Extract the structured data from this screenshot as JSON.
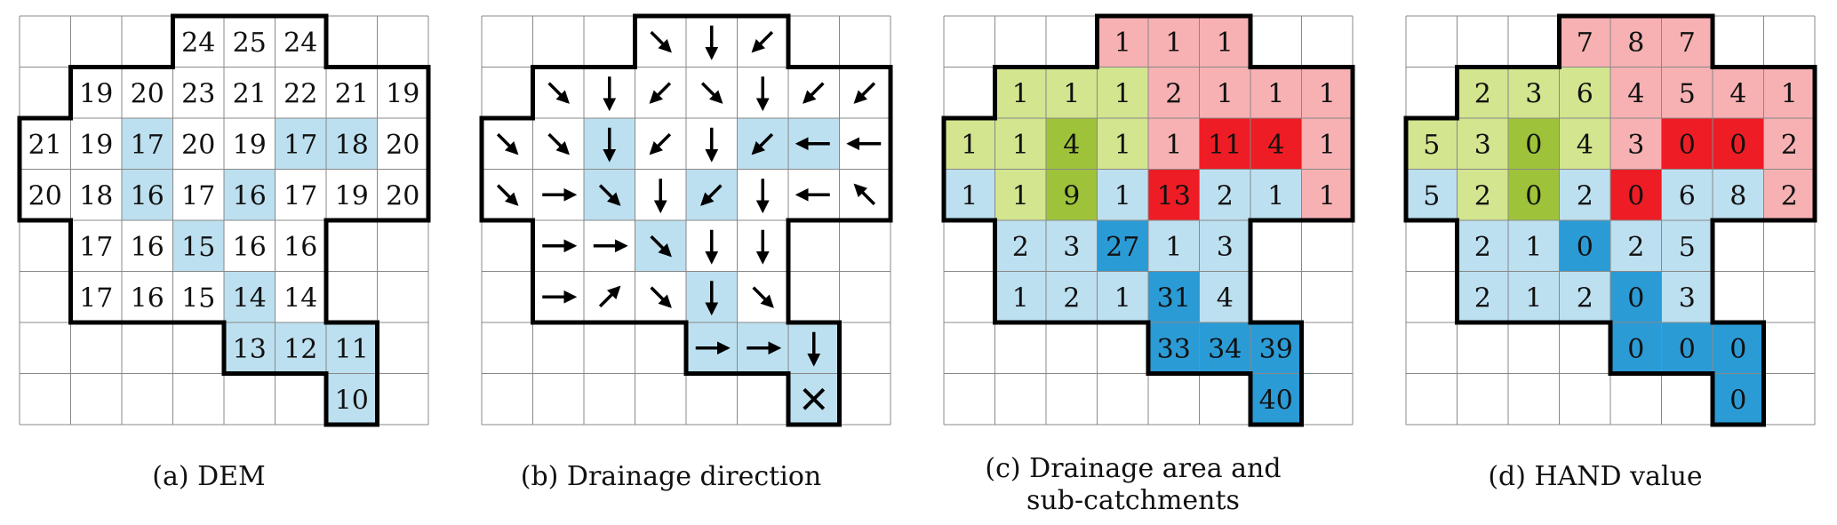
{
  "colors": {
    "channel": "#bde0f0",
    "channel_dark": "#2b9bd6",
    "green_light": "#d3e58f",
    "green_dark": "#9ec33a",
    "pink": "#f7b1b3",
    "red": "#ee1c24",
    "grid": "#888888",
    "boundary": "#000000"
  },
  "panels": [
    {
      "id": "dem",
      "caption": "(a) DEM",
      "cells": [
        {
          "r": 0,
          "c": 3,
          "v": "24"
        },
        {
          "r": 0,
          "c": 4,
          "v": "25"
        },
        {
          "r": 0,
          "c": 5,
          "v": "24"
        },
        {
          "r": 1,
          "c": 1,
          "v": "19"
        },
        {
          "r": 1,
          "c": 2,
          "v": "20"
        },
        {
          "r": 1,
          "c": 3,
          "v": "23"
        },
        {
          "r": 1,
          "c": 4,
          "v": "21"
        },
        {
          "r": 1,
          "c": 5,
          "v": "22"
        },
        {
          "r": 1,
          "c": 6,
          "v": "21"
        },
        {
          "r": 1,
          "c": 7,
          "v": "19"
        },
        {
          "r": 2,
          "c": 0,
          "v": "21"
        },
        {
          "r": 2,
          "c": 1,
          "v": "19"
        },
        {
          "r": 2,
          "c": 2,
          "v": "17",
          "fill": "channel"
        },
        {
          "r": 2,
          "c": 3,
          "v": "20"
        },
        {
          "r": 2,
          "c": 4,
          "v": "19"
        },
        {
          "r": 2,
          "c": 5,
          "v": "17",
          "fill": "channel"
        },
        {
          "r": 2,
          "c": 6,
          "v": "18",
          "fill": "channel"
        },
        {
          "r": 2,
          "c": 7,
          "v": "20"
        },
        {
          "r": 3,
          "c": 0,
          "v": "20"
        },
        {
          "r": 3,
          "c": 1,
          "v": "18"
        },
        {
          "r": 3,
          "c": 2,
          "v": "16",
          "fill": "channel"
        },
        {
          "r": 3,
          "c": 3,
          "v": "17"
        },
        {
          "r": 3,
          "c": 4,
          "v": "16",
          "fill": "channel"
        },
        {
          "r": 3,
          "c": 5,
          "v": "17"
        },
        {
          "r": 3,
          "c": 6,
          "v": "19"
        },
        {
          "r": 3,
          "c": 7,
          "v": "20"
        },
        {
          "r": 4,
          "c": 1,
          "v": "17"
        },
        {
          "r": 4,
          "c": 2,
          "v": "16"
        },
        {
          "r": 4,
          "c": 3,
          "v": "15",
          "fill": "channel"
        },
        {
          "r": 4,
          "c": 4,
          "v": "16"
        },
        {
          "r": 4,
          "c": 5,
          "v": "16"
        },
        {
          "r": 5,
          "c": 1,
          "v": "17"
        },
        {
          "r": 5,
          "c": 2,
          "v": "16"
        },
        {
          "r": 5,
          "c": 3,
          "v": "15"
        },
        {
          "r": 5,
          "c": 4,
          "v": "14",
          "fill": "channel"
        },
        {
          "r": 5,
          "c": 5,
          "v": "14"
        },
        {
          "r": 6,
          "c": 4,
          "v": "13",
          "fill": "channel"
        },
        {
          "r": 6,
          "c": 5,
          "v": "12",
          "fill": "channel"
        },
        {
          "r": 6,
          "c": 6,
          "v": "11",
          "fill": "channel"
        },
        {
          "r": 7,
          "c": 6,
          "v": "10",
          "fill": "channel"
        }
      ]
    },
    {
      "id": "drainage-direction",
      "caption": "(b) Drainage direction",
      "cells": [
        {
          "r": 0,
          "c": 3,
          "d": "SE"
        },
        {
          "r": 0,
          "c": 4,
          "d": "S"
        },
        {
          "r": 0,
          "c": 5,
          "d": "SW"
        },
        {
          "r": 1,
          "c": 1,
          "d": "SE"
        },
        {
          "r": 1,
          "c": 2,
          "d": "S"
        },
        {
          "r": 1,
          "c": 3,
          "d": "SW"
        },
        {
          "r": 1,
          "c": 4,
          "d": "SE"
        },
        {
          "r": 1,
          "c": 5,
          "d": "S"
        },
        {
          "r": 1,
          "c": 6,
          "d": "SW"
        },
        {
          "r": 1,
          "c": 7,
          "d": "SW"
        },
        {
          "r": 2,
          "c": 0,
          "d": "SE"
        },
        {
          "r": 2,
          "c": 1,
          "d": "SE"
        },
        {
          "r": 2,
          "c": 2,
          "d": "S",
          "fill": "channel"
        },
        {
          "r": 2,
          "c": 3,
          "d": "SW"
        },
        {
          "r": 2,
          "c": 4,
          "d": "S"
        },
        {
          "r": 2,
          "c": 5,
          "d": "SW",
          "fill": "channel"
        },
        {
          "r": 2,
          "c": 6,
          "d": "W",
          "fill": "channel"
        },
        {
          "r": 2,
          "c": 7,
          "d": "W"
        },
        {
          "r": 3,
          "c": 0,
          "d": "SE"
        },
        {
          "r": 3,
          "c": 1,
          "d": "E"
        },
        {
          "r": 3,
          "c": 2,
          "d": "SE",
          "fill": "channel"
        },
        {
          "r": 3,
          "c": 3,
          "d": "S"
        },
        {
          "r": 3,
          "c": 4,
          "d": "SW",
          "fill": "channel"
        },
        {
          "r": 3,
          "c": 5,
          "d": "S"
        },
        {
          "r": 3,
          "c": 6,
          "d": "W"
        },
        {
          "r": 3,
          "c": 7,
          "d": "NW"
        },
        {
          "r": 4,
          "c": 1,
          "d": "E"
        },
        {
          "r": 4,
          "c": 2,
          "d": "E"
        },
        {
          "r": 4,
          "c": 3,
          "d": "SE",
          "fill": "channel"
        },
        {
          "r": 4,
          "c": 4,
          "d": "S"
        },
        {
          "r": 4,
          "c": 5,
          "d": "S"
        },
        {
          "r": 5,
          "c": 1,
          "d": "E"
        },
        {
          "r": 5,
          "c": 2,
          "d": "NE"
        },
        {
          "r": 5,
          "c": 3,
          "d": "SE"
        },
        {
          "r": 5,
          "c": 4,
          "d": "S",
          "fill": "channel"
        },
        {
          "r": 5,
          "c": 5,
          "d": "SE"
        },
        {
          "r": 6,
          "c": 4,
          "d": "E",
          "fill": "channel"
        },
        {
          "r": 6,
          "c": 5,
          "d": "E",
          "fill": "channel"
        },
        {
          "r": 6,
          "c": 6,
          "d": "S",
          "fill": "channel"
        },
        {
          "r": 7,
          "c": 6,
          "d": "X",
          "fill": "channel"
        }
      ]
    },
    {
      "id": "drainage-area",
      "caption": "(c) Drainage area and\nsub-catchments",
      "cells": [
        {
          "r": 0,
          "c": 3,
          "v": "1",
          "fill": "pink"
        },
        {
          "r": 0,
          "c": 4,
          "v": "1",
          "fill": "pink"
        },
        {
          "r": 0,
          "c": 5,
          "v": "1",
          "fill": "pink"
        },
        {
          "r": 1,
          "c": 1,
          "v": "1",
          "fill": "green_light"
        },
        {
          "r": 1,
          "c": 2,
          "v": "1",
          "fill": "green_light"
        },
        {
          "r": 1,
          "c": 3,
          "v": "1",
          "fill": "green_light"
        },
        {
          "r": 1,
          "c": 4,
          "v": "2",
          "fill": "pink"
        },
        {
          "r": 1,
          "c": 5,
          "v": "1",
          "fill": "pink"
        },
        {
          "r": 1,
          "c": 6,
          "v": "1",
          "fill": "pink"
        },
        {
          "r": 1,
          "c": 7,
          "v": "1",
          "fill": "pink"
        },
        {
          "r": 2,
          "c": 0,
          "v": "1",
          "fill": "green_light"
        },
        {
          "r": 2,
          "c": 1,
          "v": "1",
          "fill": "green_light"
        },
        {
          "r": 2,
          "c": 2,
          "v": "4",
          "fill": "green_dark"
        },
        {
          "r": 2,
          "c": 3,
          "v": "1",
          "fill": "green_light"
        },
        {
          "r": 2,
          "c": 4,
          "v": "1",
          "fill": "pink"
        },
        {
          "r": 2,
          "c": 5,
          "v": "11",
          "fill": "red"
        },
        {
          "r": 2,
          "c": 6,
          "v": "4",
          "fill": "red"
        },
        {
          "r": 2,
          "c": 7,
          "v": "1",
          "fill": "pink"
        },
        {
          "r": 3,
          "c": 0,
          "v": "1",
          "fill": "channel"
        },
        {
          "r": 3,
          "c": 1,
          "v": "1",
          "fill": "green_light"
        },
        {
          "r": 3,
          "c": 2,
          "v": "9",
          "fill": "green_dark"
        },
        {
          "r": 3,
          "c": 3,
          "v": "1",
          "fill": "channel"
        },
        {
          "r": 3,
          "c": 4,
          "v": "13",
          "fill": "red"
        },
        {
          "r": 3,
          "c": 5,
          "v": "2",
          "fill": "channel"
        },
        {
          "r": 3,
          "c": 6,
          "v": "1",
          "fill": "channel"
        },
        {
          "r": 3,
          "c": 7,
          "v": "1",
          "fill": "pink"
        },
        {
          "r": 4,
          "c": 1,
          "v": "2",
          "fill": "channel"
        },
        {
          "r": 4,
          "c": 2,
          "v": "3",
          "fill": "channel"
        },
        {
          "r": 4,
          "c": 3,
          "v": "27",
          "fill": "channel_dark"
        },
        {
          "r": 4,
          "c": 4,
          "v": "1",
          "fill": "channel"
        },
        {
          "r": 4,
          "c": 5,
          "v": "3",
          "fill": "channel"
        },
        {
          "r": 5,
          "c": 1,
          "v": "1",
          "fill": "channel"
        },
        {
          "r": 5,
          "c": 2,
          "v": "2",
          "fill": "channel"
        },
        {
          "r": 5,
          "c": 3,
          "v": "1",
          "fill": "channel"
        },
        {
          "r": 5,
          "c": 4,
          "v": "31",
          "fill": "channel_dark"
        },
        {
          "r": 5,
          "c": 5,
          "v": "4",
          "fill": "channel"
        },
        {
          "r": 6,
          "c": 4,
          "v": "33",
          "fill": "channel_dark"
        },
        {
          "r": 6,
          "c": 5,
          "v": "34",
          "fill": "channel_dark"
        },
        {
          "r": 6,
          "c": 6,
          "v": "39",
          "fill": "channel_dark"
        },
        {
          "r": 7,
          "c": 6,
          "v": "40",
          "fill": "channel_dark"
        }
      ]
    },
    {
      "id": "hand-value",
      "caption": "(d) HAND value",
      "cells": [
        {
          "r": 0,
          "c": 3,
          "v": "7",
          "fill": "pink"
        },
        {
          "r": 0,
          "c": 4,
          "v": "8",
          "fill": "pink"
        },
        {
          "r": 0,
          "c": 5,
          "v": "7",
          "fill": "pink"
        },
        {
          "r": 1,
          "c": 1,
          "v": "2",
          "fill": "green_light"
        },
        {
          "r": 1,
          "c": 2,
          "v": "3",
          "fill": "green_light"
        },
        {
          "r": 1,
          "c": 3,
          "v": "6",
          "fill": "green_light"
        },
        {
          "r": 1,
          "c": 4,
          "v": "4",
          "fill": "pink"
        },
        {
          "r": 1,
          "c": 5,
          "v": "5",
          "fill": "pink"
        },
        {
          "r": 1,
          "c": 6,
          "v": "4",
          "fill": "pink"
        },
        {
          "r": 1,
          "c": 7,
          "v": "1",
          "fill": "pink"
        },
        {
          "r": 2,
          "c": 0,
          "v": "5",
          "fill": "green_light"
        },
        {
          "r": 2,
          "c": 1,
          "v": "3",
          "fill": "green_light"
        },
        {
          "r": 2,
          "c": 2,
          "v": "0",
          "fill": "green_dark"
        },
        {
          "r": 2,
          "c": 3,
          "v": "4",
          "fill": "green_light"
        },
        {
          "r": 2,
          "c": 4,
          "v": "3",
          "fill": "pink"
        },
        {
          "r": 2,
          "c": 5,
          "v": "0",
          "fill": "red"
        },
        {
          "r": 2,
          "c": 6,
          "v": "0",
          "fill": "red"
        },
        {
          "r": 2,
          "c": 7,
          "v": "2",
          "fill": "pink"
        },
        {
          "r": 3,
          "c": 0,
          "v": "5",
          "fill": "channel"
        },
        {
          "r": 3,
          "c": 1,
          "v": "2",
          "fill": "green_light"
        },
        {
          "r": 3,
          "c": 2,
          "v": "0",
          "fill": "green_dark"
        },
        {
          "r": 3,
          "c": 3,
          "v": "2",
          "fill": "channel"
        },
        {
          "r": 3,
          "c": 4,
          "v": "0",
          "fill": "red"
        },
        {
          "r": 3,
          "c": 5,
          "v": "6",
          "fill": "channel"
        },
        {
          "r": 3,
          "c": 6,
          "v": "8",
          "fill": "channel"
        },
        {
          "r": 3,
          "c": 7,
          "v": "2",
          "fill": "pink"
        },
        {
          "r": 4,
          "c": 1,
          "v": "2",
          "fill": "channel"
        },
        {
          "r": 4,
          "c": 2,
          "v": "1",
          "fill": "channel"
        },
        {
          "r": 4,
          "c": 3,
          "v": "0",
          "fill": "channel_dark"
        },
        {
          "r": 4,
          "c": 4,
          "v": "2",
          "fill": "channel"
        },
        {
          "r": 4,
          "c": 5,
          "v": "5",
          "fill": "channel"
        },
        {
          "r": 5,
          "c": 1,
          "v": "2",
          "fill": "channel"
        },
        {
          "r": 5,
          "c": 2,
          "v": "1",
          "fill": "channel"
        },
        {
          "r": 5,
          "c": 3,
          "v": "2",
          "fill": "channel"
        },
        {
          "r": 5,
          "c": 4,
          "v": "0",
          "fill": "channel_dark"
        },
        {
          "r": 5,
          "c": 5,
          "v": "3",
          "fill": "channel"
        },
        {
          "r": 6,
          "c": 4,
          "v": "0",
          "fill": "channel_dark"
        },
        {
          "r": 6,
          "c": 5,
          "v": "0",
          "fill": "channel_dark"
        },
        {
          "r": 6,
          "c": 6,
          "v": "0",
          "fill": "channel_dark"
        },
        {
          "r": 7,
          "c": 6,
          "v": "0",
          "fill": "channel_dark"
        }
      ]
    }
  ]
}
